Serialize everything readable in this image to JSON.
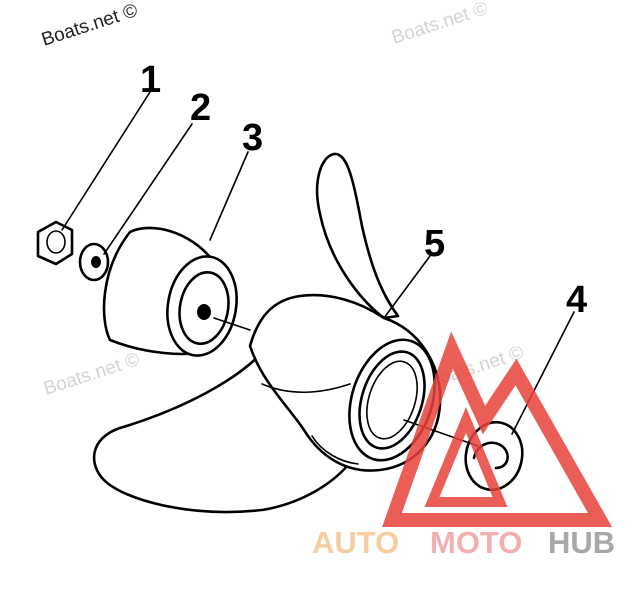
{
  "watermarks": {
    "top_left": "Boats.net ©",
    "top_right": "Boats.net ©",
    "mid_left": "Boats.net ©",
    "mid_center": "Boats.net ©"
  },
  "callouts": [
    "1",
    "2",
    "3",
    "4",
    "5"
  ],
  "brand": {
    "part1": "AUTO",
    "part2": "MOTO",
    "part3": "HUB",
    "colors": {
      "auto": "#f6c58f",
      "moto": "#f2a2a2",
      "hub": "#9a9a9a",
      "logo": "#e8433b"
    }
  }
}
